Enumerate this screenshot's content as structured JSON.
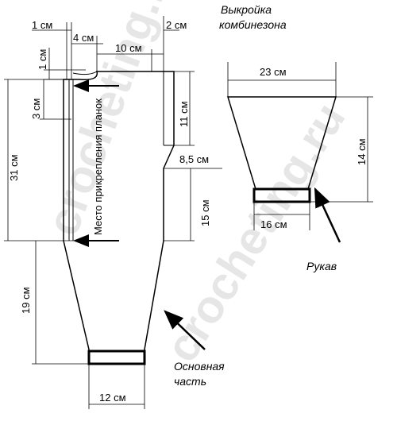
{
  "title": [
    "Выкройка",
    "комбинезона"
  ],
  "watermark": "crocheting.ru",
  "dims": {
    "top_1": "1 см",
    "top_4": "4 см",
    "top_2": "2 см",
    "top_10": "10 см",
    "left_1": "1 см",
    "left_3": "3 см",
    "left_31": "31 см",
    "left_19": "19 см",
    "right_11": "11 см",
    "right_8_5": "8,5 см",
    "right_15": "15 см",
    "bottom_12": "12 см",
    "sleeve_23": "23 см",
    "sleeve_14": "14 см",
    "sleeve_16": "16 см"
  },
  "placket_label": "Место прикрепления планок",
  "labels": {
    "sleeve": "Рукав",
    "main_line1": "Основная",
    "main_line2": "часть"
  }
}
